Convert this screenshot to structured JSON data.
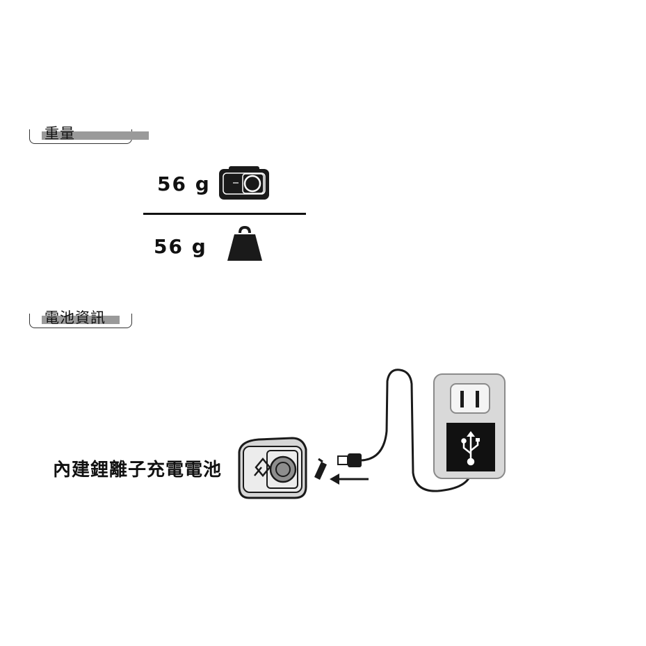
{
  "sections": {
    "weight_title": "重量",
    "battery_title": "電池資訊"
  },
  "weight": {
    "lamp_only": "56 g",
    "total": "56 g"
  },
  "battery": {
    "description": "內建鋰離子充電電池"
  },
  "icons": {
    "lamp": "headlamp-icon",
    "weight": "weight-icon",
    "charger": "usb-wall-charger-icon",
    "usb": "usb-icon",
    "arrow": "arrow-left-icon"
  },
  "colors": {
    "text": "#111111",
    "tab_bar": "#9a9a9a",
    "charger_body": "#d9d9d9",
    "usb_panel": "#111111"
  }
}
